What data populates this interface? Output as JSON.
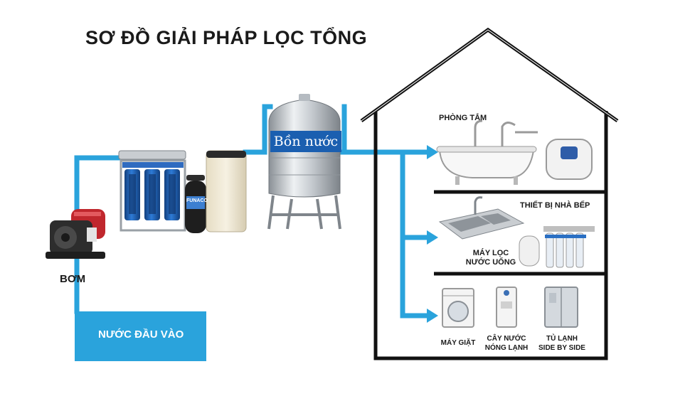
{
  "title": "SƠ ĐỒ GIẢI PHÁP LỌC TỔNG",
  "inlet_label": "NƯỚC ĐẦU VÀO",
  "pump_label": "BƠM",
  "tank_label": "Bồn nước",
  "softener_brand": "FUNACO",
  "rooms": {
    "bathroom": "PHÒNG TẮM",
    "kitchen": "THIẾT BỊ NHÀ BẾP",
    "ro_line1": "MÁY LỌC",
    "ro_line2": "NƯỚC UỐNG",
    "washer": "MÁY GIẶT",
    "dispenser_line1": "CÂY NƯỚC",
    "dispenser_line2": "NÓNG LẠNH",
    "fridge_line1": "TỦ LẠNH",
    "fridge_line2": "SIDE BY SIDE"
  },
  "colors": {
    "pipe": "#2aa3dc",
    "house_outline": "#111111",
    "tank_label_bg": "#1b5fb0",
    "filter_blue": "#1f5fb5",
    "pump_red": "#c0272d"
  }
}
